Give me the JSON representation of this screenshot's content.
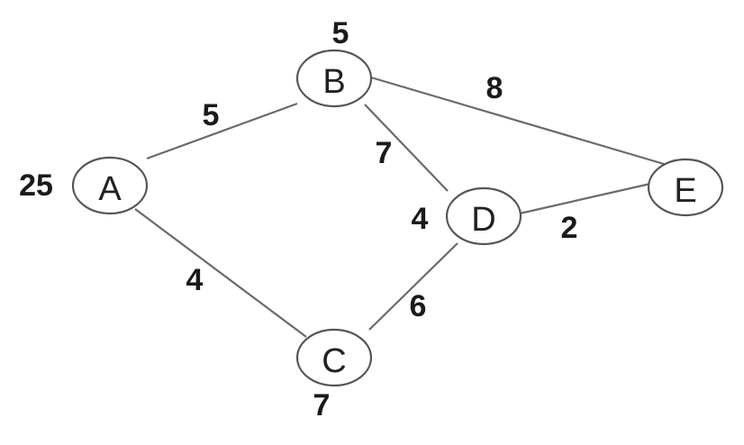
{
  "nodes": [
    {
      "id": "A",
      "label": "A",
      "value": "25"
    },
    {
      "id": "B",
      "label": "B",
      "value": "5"
    },
    {
      "id": "C",
      "label": "C",
      "value": "7"
    },
    {
      "id": "D",
      "label": "D",
      "value": "4"
    },
    {
      "id": "E",
      "label": "E",
      "value": ""
    }
  ],
  "edges": [
    {
      "from": "A",
      "to": "B",
      "weight": "5"
    },
    {
      "from": "A",
      "to": "C",
      "weight": "4"
    },
    {
      "from": "B",
      "to": "D",
      "weight": "7"
    },
    {
      "from": "B",
      "to": "E",
      "weight": "8"
    },
    {
      "from": "C",
      "to": "D",
      "weight": "6"
    },
    {
      "from": "D",
      "to": "E",
      "weight": "2"
    }
  ]
}
